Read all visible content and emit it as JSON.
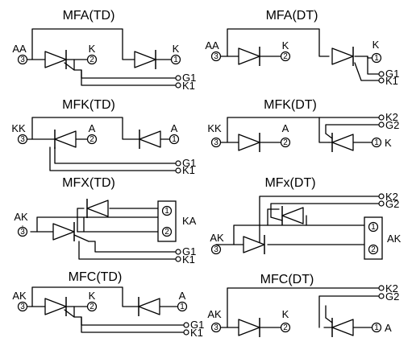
{
  "diagrams": {
    "mfa_td": {
      "title": "MFA(TD)",
      "t3": "3",
      "l3": "AA",
      "t2": "2",
      "l2": "K",
      "t1": "1",
      "l1": "K",
      "g": "G1",
      "k": "K1"
    },
    "mfa_dt": {
      "title": "MFA(DT)",
      "t3": "3",
      "l3": "AA",
      "t2": "2",
      "l2": "K",
      "t1": "1",
      "l1": "K",
      "g": "G1",
      "k": "K1"
    },
    "mfk_td": {
      "title": "MFK(TD)",
      "t3": "3",
      "l3": "KK",
      "t2": "2",
      "l2": "A",
      "t1": "1",
      "l1": "A",
      "g": "G1",
      "k": "K1"
    },
    "mfk_dt": {
      "title": "MFK(DT)",
      "t3": "3",
      "l3": "KK",
      "t2": "2",
      "l2": "A",
      "t1": "1",
      "l1": "K",
      "g": "G2",
      "k": "K2"
    },
    "mfx_td": {
      "title": "MFX(TD)",
      "t3": "3",
      "l3": "AK",
      "tb1": "1",
      "tb2": "2",
      "lb": "KA",
      "g": "G1",
      "k": "K1"
    },
    "mfx_dt": {
      "title": "MFx(DT)",
      "t3": "3",
      "l3": "AK",
      "tb1": "1",
      "tb2": "2",
      "lb": "AK",
      "g": "G2",
      "k": "K2"
    },
    "mfc_td": {
      "title": "MFC(TD)",
      "t3": "3",
      "l3": "AK",
      "t2": "2",
      "l2": "K",
      "t1": "1",
      "l1": "A",
      "g": "G1",
      "k": "K1"
    },
    "mfc_dt": {
      "title": "MFC(DT)",
      "t3": "3",
      "l3": "AK",
      "t2": "2",
      "l2": "K",
      "t1": "1",
      "l1": "A",
      "g": "G2",
      "k": "K2"
    }
  }
}
